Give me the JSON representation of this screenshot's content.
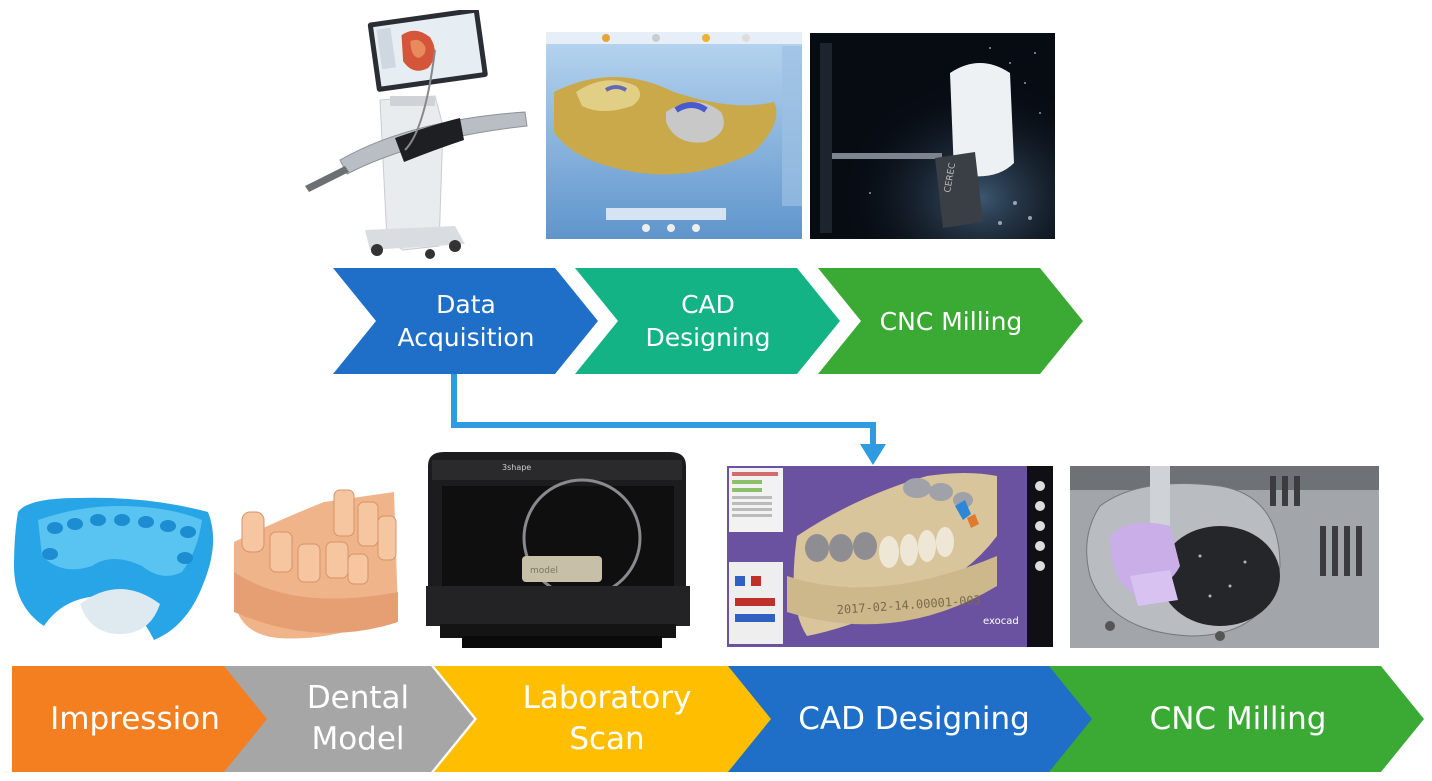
{
  "top_workflow": {
    "steps": [
      {
        "label": "Data\nAcquisition",
        "color": "#1f6fc8"
      },
      {
        "label": "CAD\nDesigning",
        "color": "#14b386"
      },
      {
        "label": "CNC Milling",
        "color": "#3aaa35"
      }
    ]
  },
  "bottom_workflow": {
    "steps": [
      {
        "label": "Impression",
        "color": "#f47f20"
      },
      {
        "label": "Dental\nModel",
        "color": "#a6a6a6"
      },
      {
        "label": "Laboratory\nScan",
        "color": "#ffbf00"
      },
      {
        "label": "CAD Designing",
        "color": "#1f6fc8"
      },
      {
        "label": "CNC Milling",
        "color": "#3aaa35"
      }
    ]
  },
  "connector": {
    "color": "#2f9be0"
  },
  "photos": {
    "intraoral_scanner": "intraoral-scanner-cart",
    "cad_software_top": "cad-crown-design-screen",
    "milling_top": "milling-ceramic-block",
    "impression_tray": "blue-impression-tray",
    "dental_model": "plaster-dental-model",
    "lab_scanner": {
      "brand": "3shape"
    },
    "exocad_screen": {
      "model_text": "2017-02-14.00001-003",
      "brand": "exocad"
    },
    "milling_bottom": "milling-machine-interior"
  }
}
